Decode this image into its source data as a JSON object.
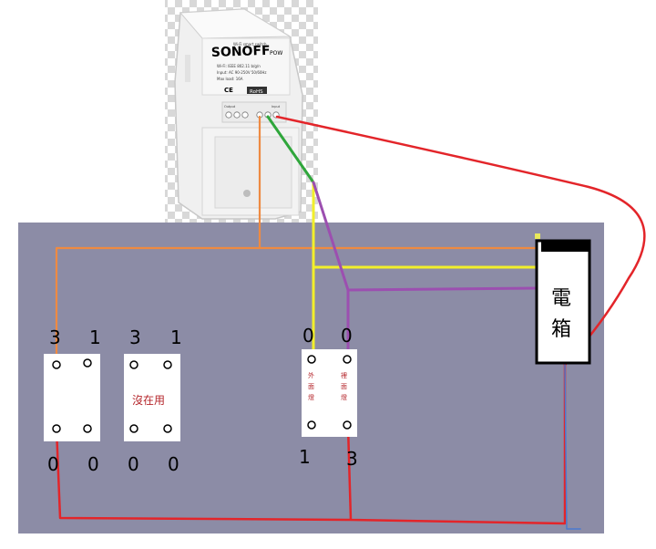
{
  "device": {
    "brand": "SONOFF",
    "model": "POW",
    "title_small": "Wi-Fi smart switch",
    "spec_lines": [
      "Wi-Fi: IEEE 802.11 b/g/n",
      "Input: AC 90-250V 50/60Hz",
      "Max load: 16A"
    ],
    "ce_mark": "CE",
    "rohs_mark": "RoHS",
    "output_label": "Output",
    "input_label": "Input"
  },
  "panel": {
    "switch1": {
      "top_left": "3",
      "top_right": "1",
      "bottom_left": "0",
      "bottom_right": "0"
    },
    "switch2": {
      "top_left": "3",
      "top_right": "1",
      "bottom_left": "0",
      "bottom_right": "0",
      "label": "沒在用"
    },
    "switch3": {
      "top_left": "0",
      "top_right": "0",
      "bottom_left": "1",
      "bottom_right": "3",
      "col1_label": [
        "外",
        "面",
        "燈"
      ],
      "col2_label": [
        "裡",
        "面",
        "燈"
      ]
    },
    "ebox": {
      "char1": "電",
      "char2": "箱"
    }
  },
  "colors": {
    "panel": "#8c8ca6",
    "orange": "#ee8a42",
    "yellow": "#f2ef2a",
    "purple": "#9c4fb0",
    "green": "#2fa63b",
    "red": "#e3252a",
    "blue": "#4a7ad0"
  }
}
